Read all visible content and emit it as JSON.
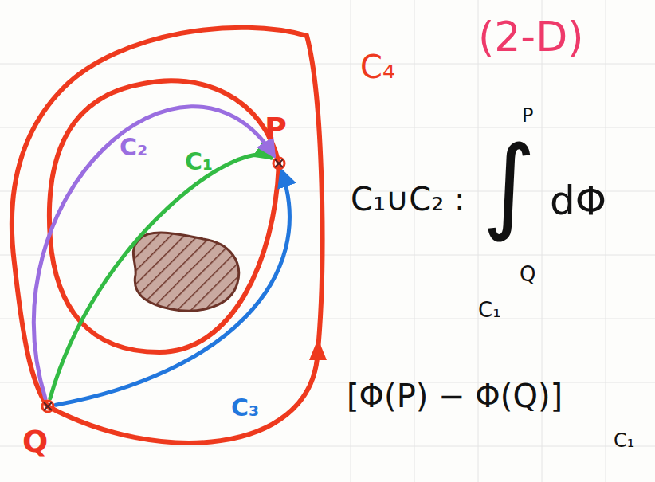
{
  "diagram": {
    "nodes": [
      {
        "text": [
          "P"
        ]
      },
      {
        "text": [
          "Q"
        ]
      }
    ],
    "edges": [
      {
        "from": 1,
        "to": 0,
        "arrow": "to",
        "label": "C₁"
      },
      {
        "from": 1,
        "to": 0,
        "arrow": "to",
        "label": "C₂"
      },
      {
        "from": 1,
        "to": 0,
        "arrow": "to",
        "label": "C₃"
      }
    ],
    "labels": [
      "(2-D)",
      "C₄",
      "C₁∪C₂ :",
      "P",
      "∫",
      "Q",
      "C₁",
      "dΦ",
      "[Φ(P) − Φ(Q)]",
      "C₁"
    ]
  }
}
